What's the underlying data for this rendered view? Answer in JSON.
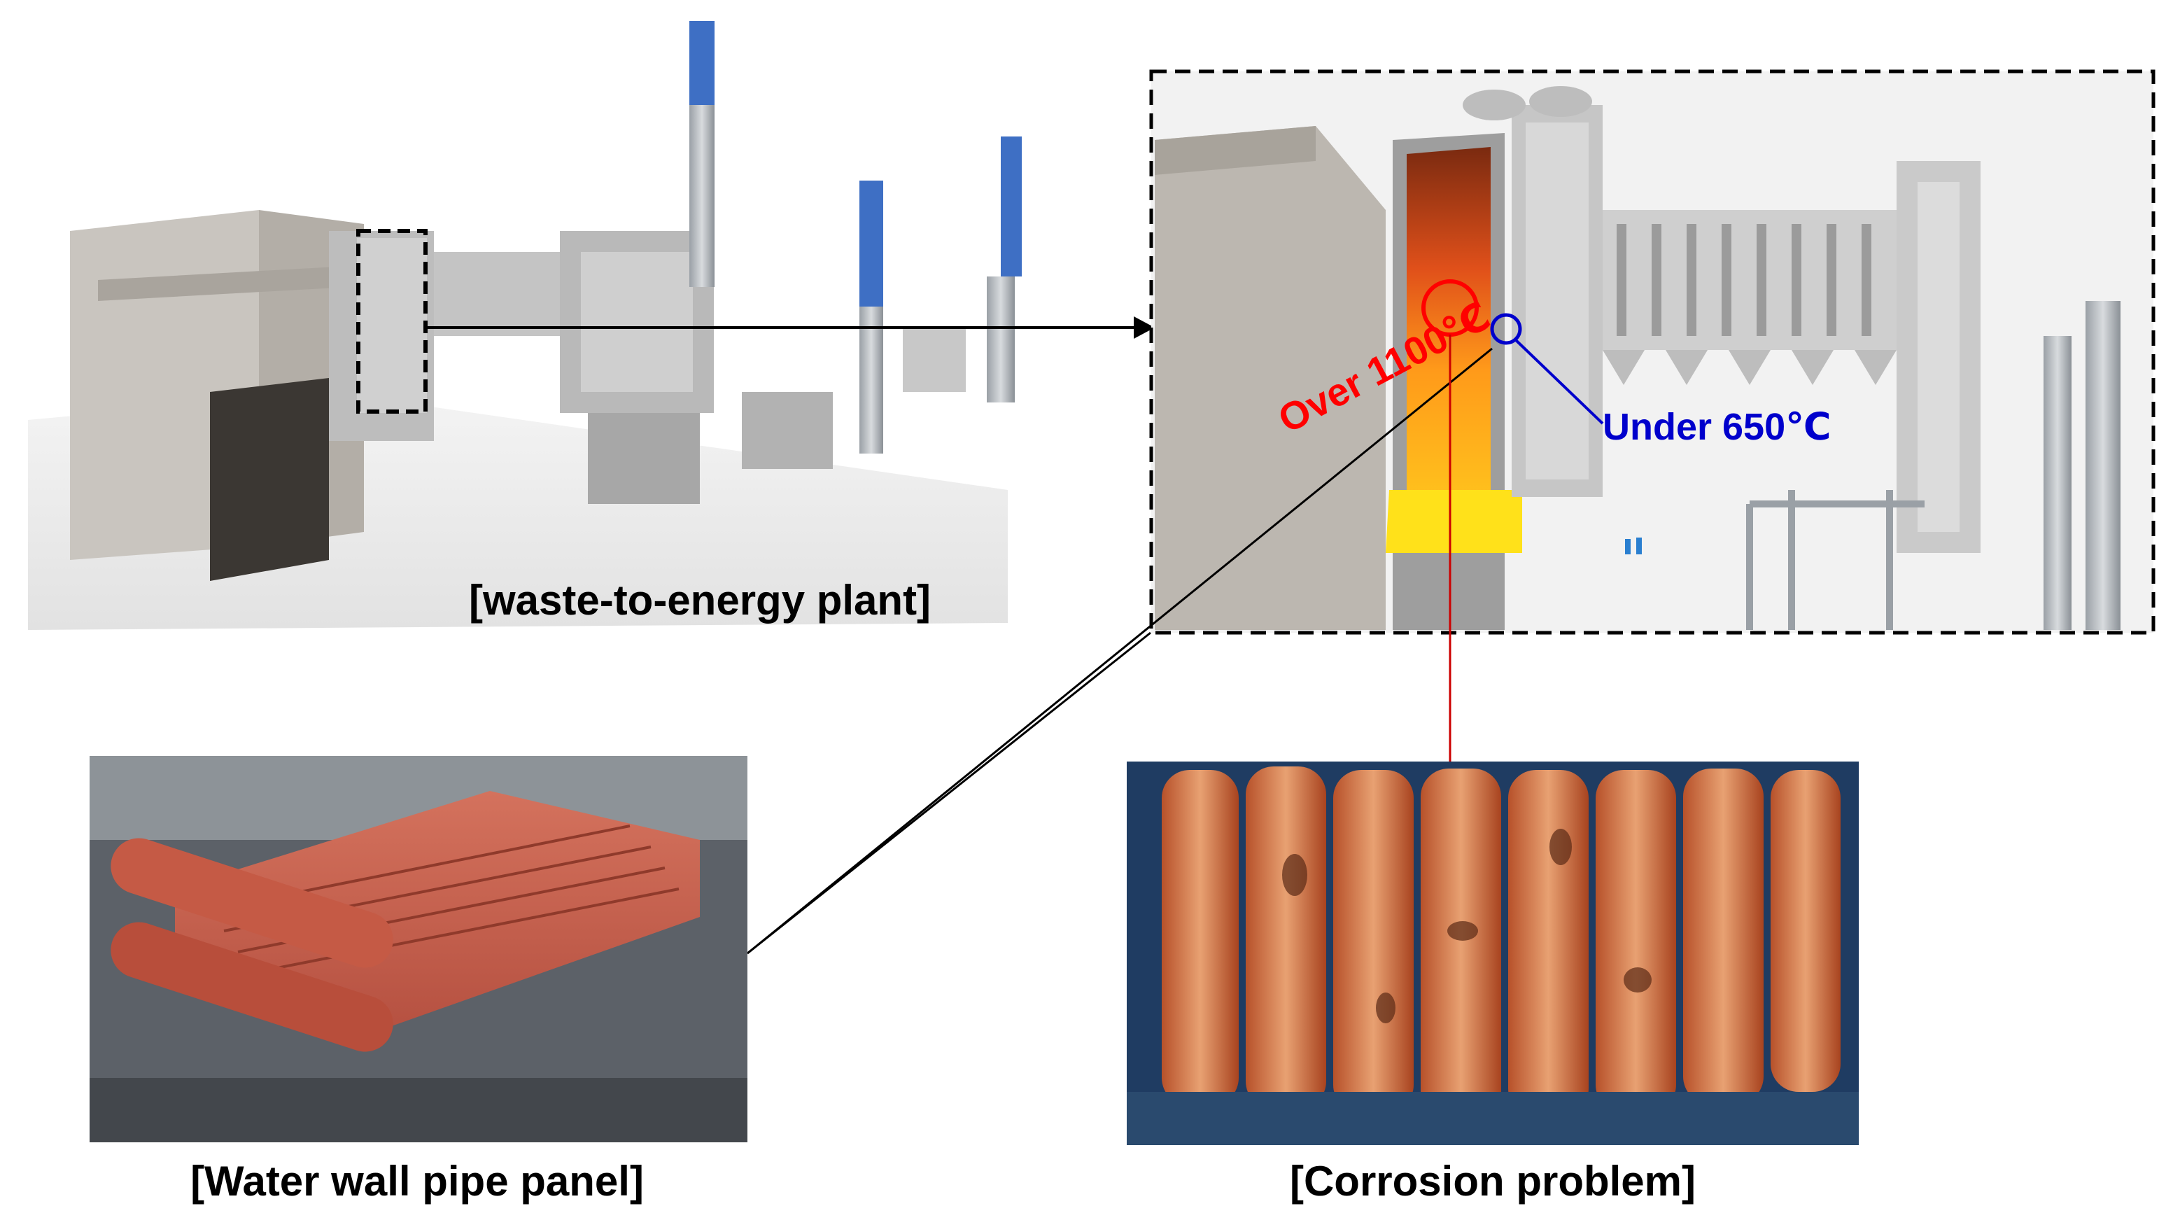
{
  "captions": {
    "plant": "[waste-to-energy plant]",
    "water_wall": "[Water wall pipe panel]",
    "corrosion": "[Corrosion problem]"
  },
  "annotations": {
    "hot_zone": "Over 1100℃",
    "cool_zone": "Under 650℃"
  },
  "colors": {
    "hot": "#ff0000",
    "cool": "#0000cc",
    "connector": "#000000",
    "corrosion_link": "#cc0000"
  }
}
